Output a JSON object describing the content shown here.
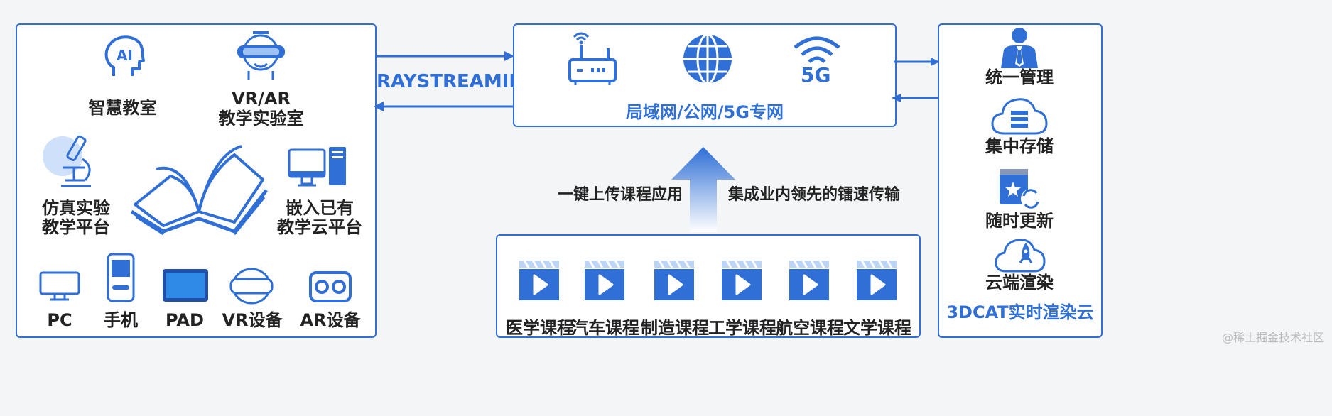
{
  "left_panel": {
    "smart_classroom": "智慧教室",
    "vrar_lab_line1": "VR/AR",
    "vrar_lab_line2": "教学实验室",
    "simulation_line1": "仿真实验",
    "simulation_line2": "教学平台",
    "embed_line1": "嵌入已有",
    "embed_line2": "教学云平台",
    "devices": [
      "PC",
      "手机",
      "PAD",
      "VR设备",
      "AR设备"
    ],
    "ai_icon_text": "AI"
  },
  "protocol_label": "RAYSTREAMING",
  "network": {
    "label": "局域网/公网/5G专网",
    "icon_5g_text": "5G"
  },
  "upload": {
    "left_label": "一键上传课程应用",
    "right_label": "集成业内领先的镭速传输"
  },
  "courses": [
    "医学课程",
    "汽车课程",
    "制造课程",
    "工学课程",
    "航空课程",
    "文学课程"
  ],
  "cloud": {
    "items": [
      "统一管理",
      "集中存储",
      "随时更新",
      "云端渲染"
    ],
    "title": "3DCAT实时渲染云"
  },
  "watermark": "@稀土掘金技术社区",
  "colors": {
    "accent": "#2f6fd6",
    "light_accent": "#cfe0fa"
  },
  "icons": [
    "ai-head-icon",
    "vr-headset-person-icon",
    "microscope-icon",
    "open-book-icon",
    "desktop-computer-icon",
    "pc-monitor-icon",
    "phone-icon",
    "tablet-icon",
    "vr-goggles-icon",
    "ar-glasses-icon",
    "router-icon",
    "globe-icon",
    "5g-icon",
    "upload-arrow-icon",
    "play-video-icon",
    "manager-person-icon",
    "cloud-server-icon",
    "book-refresh-icon",
    "cloud-rocket-icon"
  ]
}
